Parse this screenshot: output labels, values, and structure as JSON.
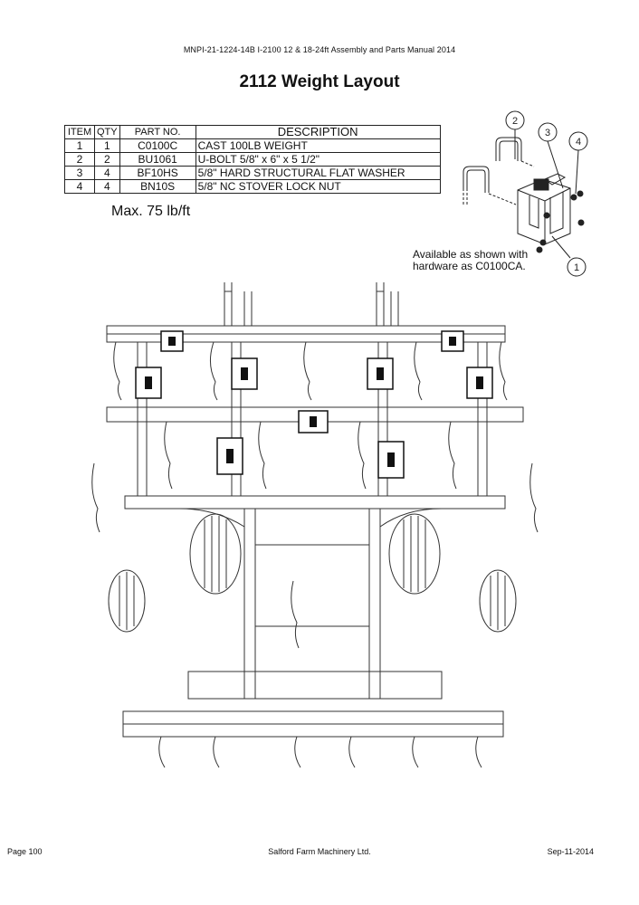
{
  "header": {
    "document_id": "MNPI-21-1224-14B  I-2100 12 & 18-24ft Assembly and Parts Manual 2014"
  },
  "title": "2112 Weight Layout",
  "parts_table": {
    "headers": [
      "ITEM",
      "QTY",
      "PART NO.",
      "DESCRIPTION"
    ],
    "rows": [
      {
        "item": "1",
        "qty": "1",
        "part_no": "C0100C",
        "description": "CAST 100LB WEIGHT"
      },
      {
        "item": "2",
        "qty": "2",
        "part_no": "BU1061",
        "description": "U-BOLT 5/8\" x 6\" x 5 1/2\""
      },
      {
        "item": "3",
        "qty": "4",
        "part_no": "BF10HS",
        "description": "5/8\" HARD STRUCTURAL FLAT WASHER"
      },
      {
        "item": "4",
        "qty": "4",
        "part_no": "BN10S",
        "description": "5/8\" NC STOVER LOCK NUT"
      }
    ]
  },
  "max_weight_note": "Max. 75 lb/ft",
  "available_note": {
    "line1": "Available as shown with",
    "line2": "hardware as C0100CA."
  },
  "callouts": [
    "2",
    "3",
    "4",
    "1"
  ],
  "footer": {
    "page": "Page 100",
    "company": "Salford Farm Machinery Ltd.",
    "date": "Sep-11-2014"
  }
}
